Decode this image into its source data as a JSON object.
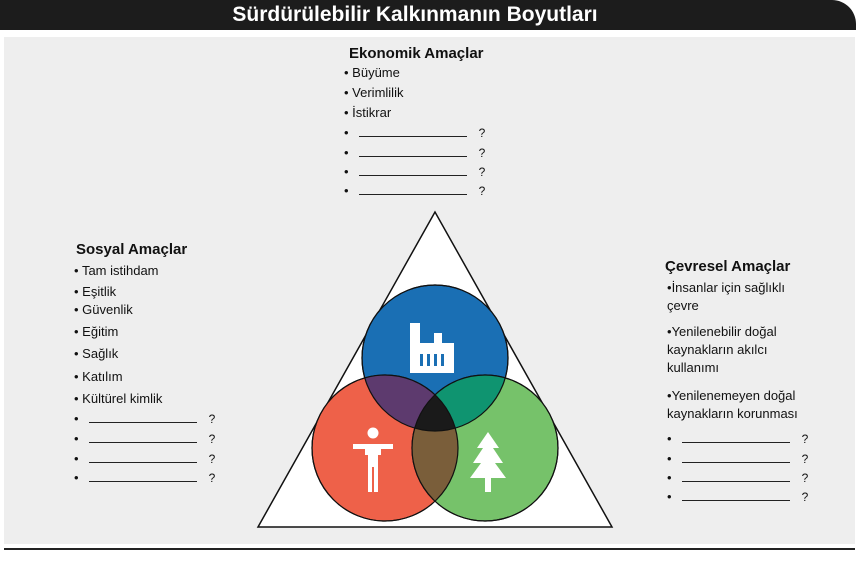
{
  "title": "Sürdürülebilir Kalkınmanın Boyutları",
  "economic": {
    "heading": "Ekonomik Amaçlar",
    "items": [
      "Büyüme",
      "Verimlilik",
      "İstikrar"
    ],
    "blank_mark": "?"
  },
  "social": {
    "heading": "Sosyal Amaçlar",
    "items": [
      "Tam istihdam",
      "Eşitlik",
      "Güvenlik",
      "Eğitim",
      "Sağlık",
      "Katılım",
      "Kültürel kimlik"
    ],
    "blank_mark": "?"
  },
  "environmental": {
    "heading": "Çevresel Amaçlar",
    "items": [
      [
        "İnsanlar için sağlıklı",
        "çevre"
      ],
      [
        "Yenilenebilir doğal",
        "kaynakların akılcı",
        "kullanımı"
      ],
      [
        "Yenilenemeyen doğal",
        "kaynakların korunması"
      ]
    ],
    "blank_mark": "?"
  },
  "colors": {
    "economic_circle": "#1a6fb4",
    "social_circle": "#ee6149",
    "environmental_circle": "#76c26a",
    "econ_social_overlap": "#5d3a6e",
    "econ_env_overlap": "#0f9470",
    "social_env_overlap": "#7a5e3a",
    "center_overlap": "#1a1a1a",
    "icons": "#ffffff"
  },
  "icons": {
    "economic": "factory-icon",
    "social": "person-icon",
    "environmental": "tree-icon"
  }
}
